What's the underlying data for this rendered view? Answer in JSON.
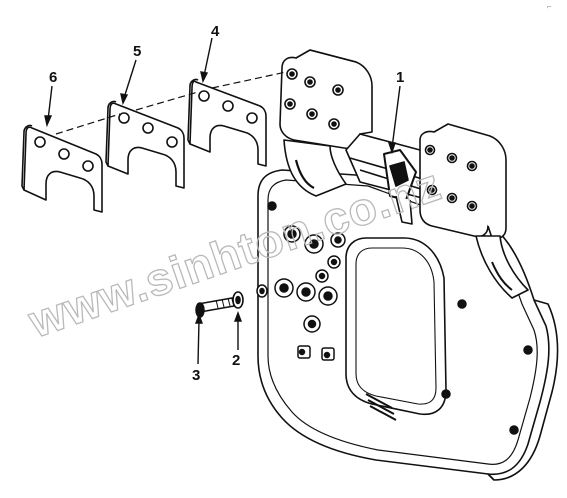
{
  "corner_mark": "⌐",
  "watermark": "www.sinhton.co.nz",
  "callouts": [
    {
      "id": "1",
      "label": "1",
      "part": "bracket"
    },
    {
      "id": "2",
      "label": "2",
      "part": "washer"
    },
    {
      "id": "3",
      "label": "3",
      "part": "bolt"
    },
    {
      "id": "4",
      "label": "4",
      "part": "shim"
    },
    {
      "id": "5",
      "label": "5",
      "part": "shim"
    },
    {
      "id": "6",
      "label": "6",
      "part": "shim"
    }
  ],
  "colors": {
    "line": "#111111",
    "watermark": "#b9b9b9",
    "background": "#ffffff"
  }
}
